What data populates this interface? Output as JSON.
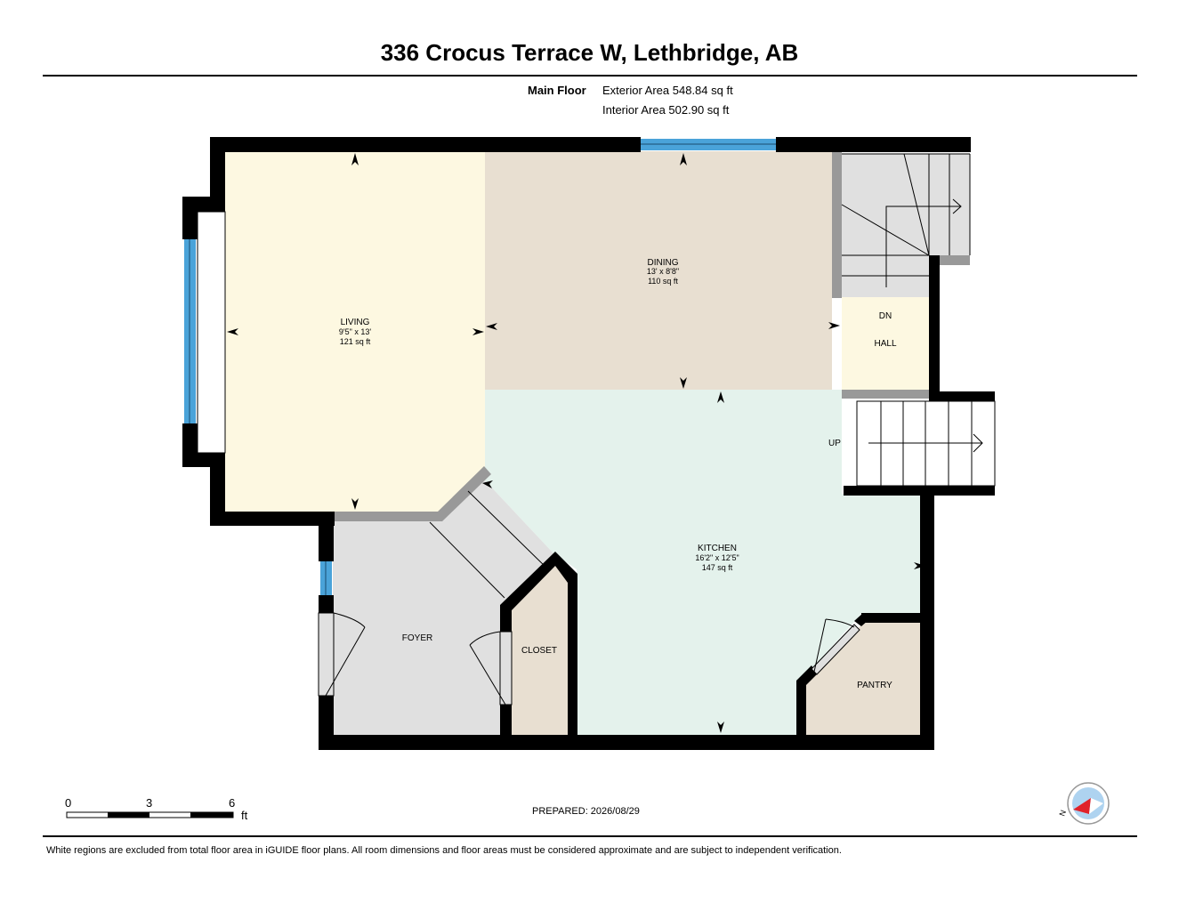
{
  "header": {
    "title": "336 Crocus Terrace W, Lethbridge, AB",
    "floor_label": "Main Floor",
    "exterior_area": "Exterior Area 548.84 sq ft",
    "interior_area": "Interior Area 502.90 sq ft"
  },
  "rooms": {
    "living": {
      "name": "LIVING",
      "dims": "9'5\" x 13'",
      "area": "121 sq ft"
    },
    "dining": {
      "name": "DINING",
      "dims": "13' x 8'8\"",
      "area": "110 sq ft"
    },
    "kitchen": {
      "name": "KITCHEN",
      "dims": "16'2\" x 12'5\"",
      "area": "147 sq ft"
    },
    "foyer": {
      "name": "FOYER"
    },
    "closet": {
      "name": "CLOSET"
    },
    "pantry": {
      "name": "PANTRY"
    },
    "hall": {
      "name": "HALL"
    }
  },
  "stairs": {
    "down_label": "DN",
    "up_label": "UP"
  },
  "scale_bar": {
    "ticks": [
      "0",
      "3",
      "6"
    ],
    "unit": "ft"
  },
  "compass": {
    "north_label": "N"
  },
  "prepared": "PREPARED: 2026/08/29",
  "footer": "White regions are excluded from total floor area in iGUIDE floor plans. All room dimensions and floor areas must be considered approximate and are subject to independent verification.",
  "colors": {
    "living": "#fdf8e1",
    "dining": "#e8dfd1",
    "kitchen": "#e4f2ec",
    "foyer": "#e0e0e0",
    "closet": "#e8dfd1",
    "pantry": "#e8dfd1",
    "hall": "#fdf8e1",
    "wall": "#000000",
    "window": "#4aa3d9"
  }
}
